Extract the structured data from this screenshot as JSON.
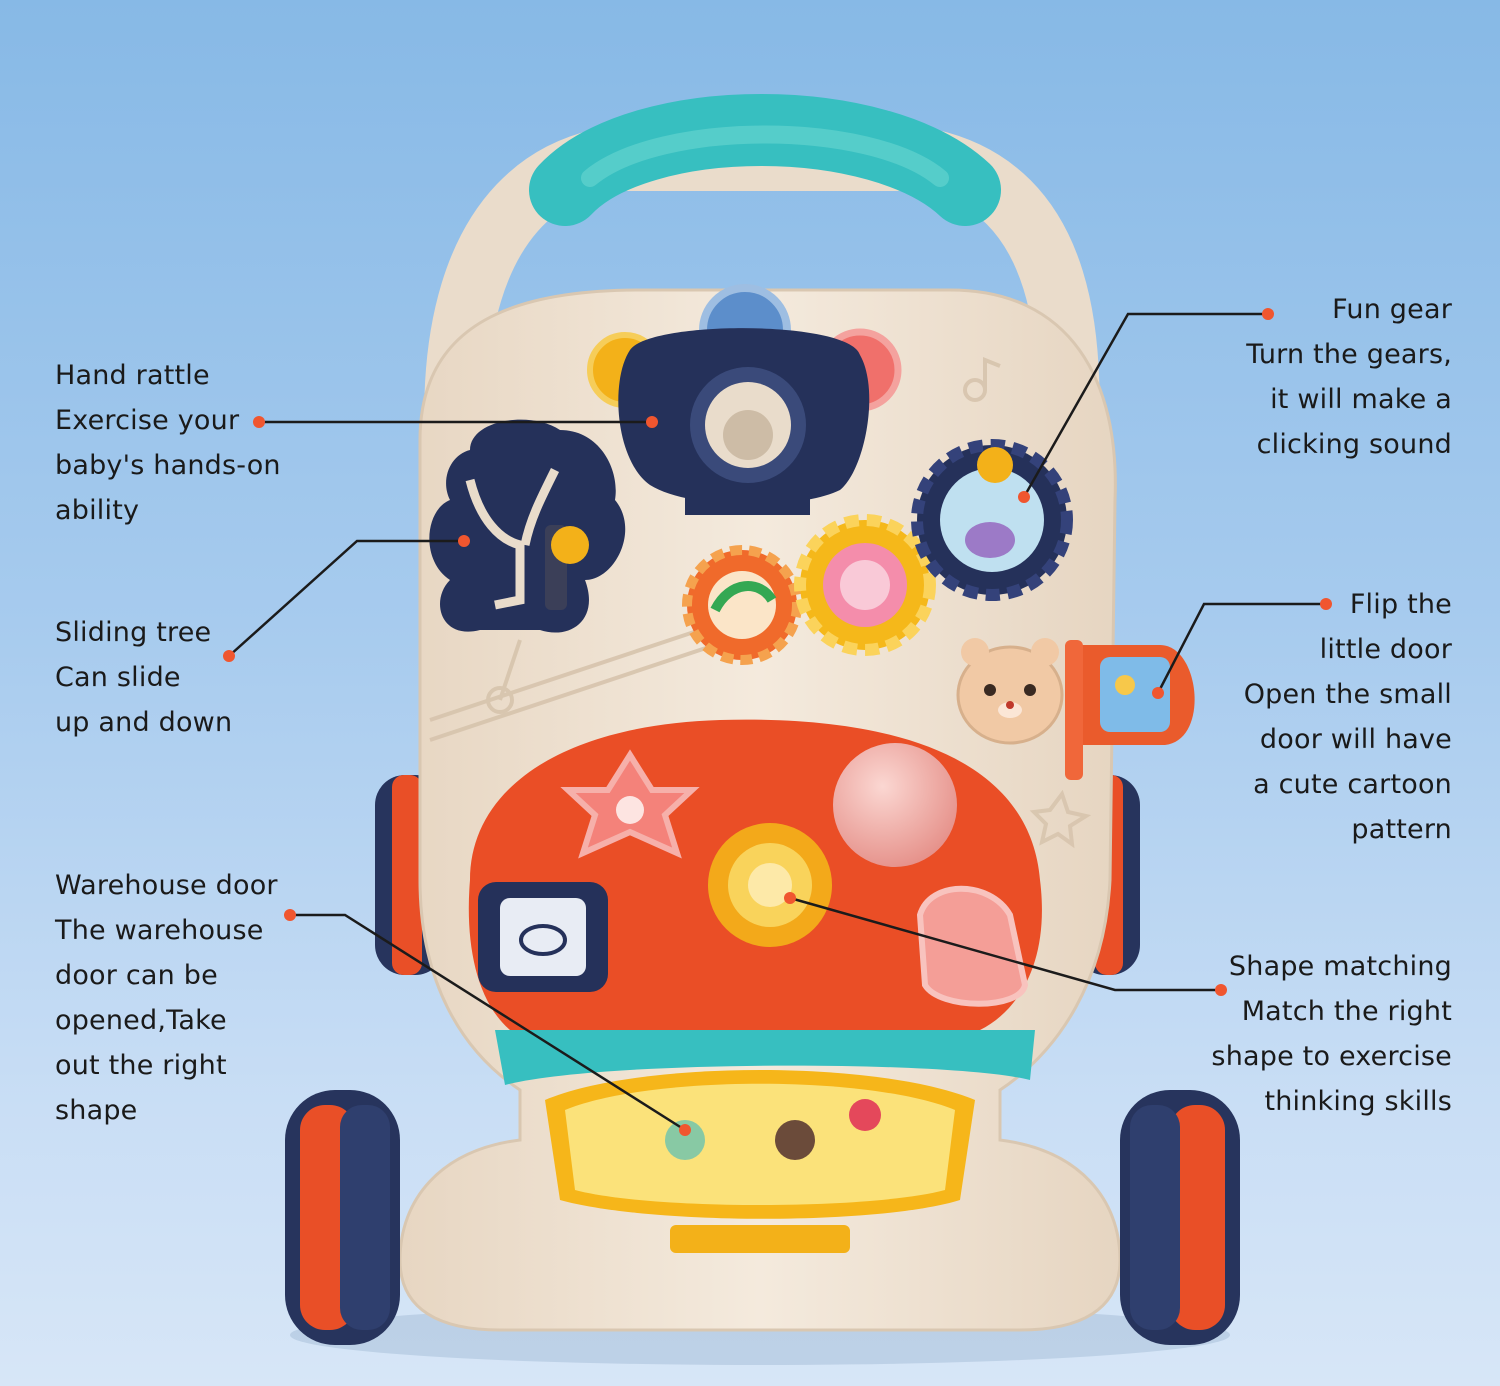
{
  "callouts": {
    "hand_rattle": {
      "lines": [
        "Hand rattle",
        "Exercise your",
        "baby's hands-on",
        "ability"
      ]
    },
    "sliding_tree": {
      "lines": [
        "Sliding tree",
        "Can slide",
        "up and down"
      ]
    },
    "warehouse_door": {
      "lines": [
        "Warehouse door",
        "The warehouse",
        "door can be",
        "opened,Take",
        "out the right",
        "shape"
      ]
    },
    "fun_gear": {
      "lines": [
        "Fun gear",
        "Turn the gears,",
        "it will make a",
        "clicking sound"
      ]
    },
    "flip_door": {
      "lines": [
        "Flip the",
        "little door",
        "Open the small",
        "door will have",
        "a cute cartoon",
        "pattern"
      ]
    },
    "shape_matching": {
      "lines": [
        "Shape matching",
        "Match the right",
        "shape to exercise",
        "thinking skills"
      ]
    }
  },
  "colors": {
    "background_top": "#87b9e6",
    "background_bottom": "#d7e6f7",
    "body": "#efe3d3",
    "handle_teal": "#3cc3c3",
    "navy": "#26355f",
    "orange_red": "#ea4e26",
    "yellow": "#f7b516",
    "pink": "#f59ab3",
    "callout_dot": "#f0562f",
    "callout_line": "#1b1b1b"
  }
}
